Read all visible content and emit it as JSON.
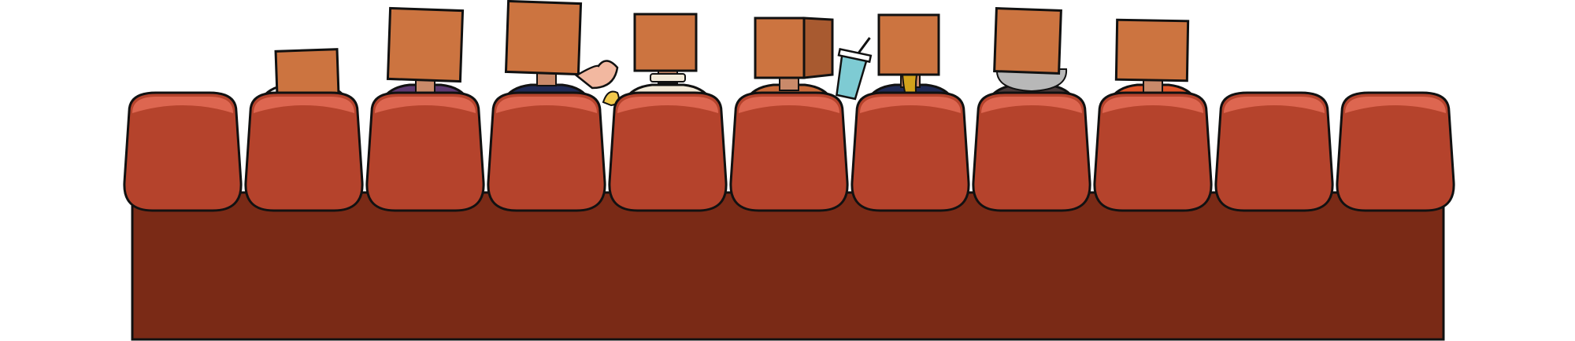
{
  "scene": {
    "seat_count": 11,
    "occupied_seats": [
      {
        "seat": 2,
        "head": "box-head",
        "body_color": "#ffffff"
      },
      {
        "seat": 3,
        "head": "box-head",
        "body_color": "#5e3a70"
      },
      {
        "seat": 4,
        "head": "box-head",
        "body_color": "#1f2a55",
        "accessory": "waving-hand"
      },
      {
        "seat": 5,
        "head": "box-head",
        "body_color": "#f3ead8",
        "accessory": "popcorn"
      },
      {
        "seat": 6,
        "head": "box-head-3d",
        "body_color": "#c86a3a"
      },
      {
        "seat": 7,
        "head": "box-head",
        "body_color": "#1f2a55",
        "accessory": "soda-cup",
        "hair_color": "#d3a21c"
      },
      {
        "seat": 8,
        "head": "box-head",
        "body_color": "#4a3a3a",
        "hair_color": "#b8b8b8"
      },
      {
        "seat": 9,
        "head": "box-head",
        "body_color": "#e0562a"
      }
    ],
    "colors": {
      "seat_fill": "#b5432c",
      "seat_highlight": "#dd6650",
      "base_fill": "#7a2a16",
      "box_fill": "#cc7440",
      "box_side": "#a85a30",
      "outline": "#111111",
      "cup_fill": "#7ecbd3",
      "background": "#ffffff"
    }
  }
}
